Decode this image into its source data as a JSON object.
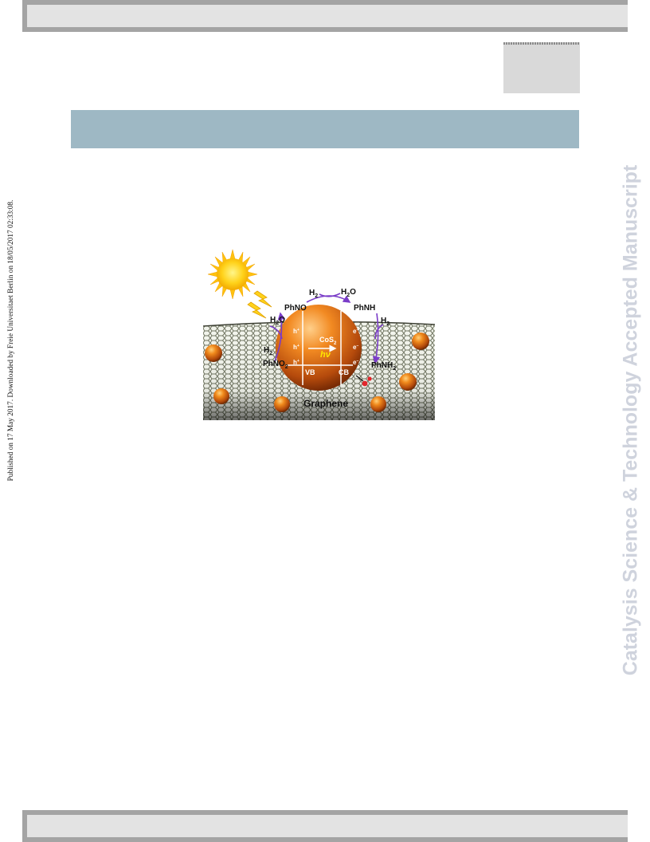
{
  "side_text": {
    "published": "Published on 17 May 2017. Downloaded by Freie Universitaet Berlin on 18/05/2017 02:33:08.",
    "journal_watermark": "Catalysis Science & Technology Accepted Manuscript"
  },
  "graphic": {
    "labels": {
      "h2_top": "H",
      "h2o_top": "H",
      "phno": "PhNO",
      "phnh": "PhNH",
      "h2o_left": "H",
      "h2_left": "H",
      "phno2": "PhNO",
      "h2_right": "H",
      "phnh2": "PhNH",
      "cos2": "CoS",
      "hv": "hν",
      "vb": "VB",
      "cb": "CB",
      "graphene": "Graphene",
      "hole": "h",
      "electron": "e"
    },
    "subscripts": {
      "two": "2"
    },
    "superscripts": {
      "plus": "+",
      "minus": "−"
    },
    "o_letter": "O"
  }
}
